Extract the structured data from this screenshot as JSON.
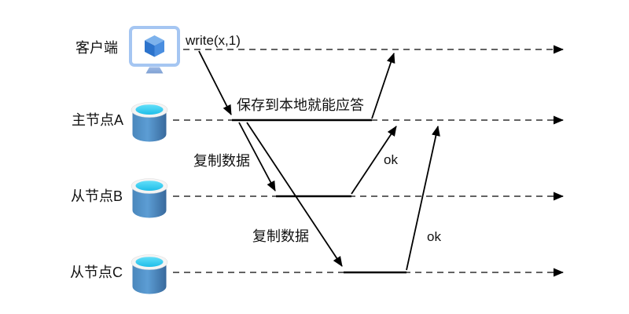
{
  "diagram": {
    "name": "async-replication-sequence-diagram",
    "actors": [
      {
        "id": "client",
        "label": "客户端",
        "icon": "monitor-icon"
      },
      {
        "id": "nodeA",
        "label": "主节点A",
        "icon": "database-icon"
      },
      {
        "id": "nodeB",
        "label": "从节点B",
        "icon": "database-icon"
      },
      {
        "id": "nodeC",
        "label": "从节点C",
        "icon": "database-icon"
      }
    ],
    "messages": [
      {
        "from": "client",
        "to": "nodeA",
        "label": "write(x,1)"
      },
      {
        "from": "nodeA",
        "to": "client",
        "label": "保存到本地就能应答"
      },
      {
        "from": "nodeA",
        "to": "nodeB",
        "label": "复制数据"
      },
      {
        "from": "nodeB",
        "to": "nodeA",
        "label": "ok"
      },
      {
        "from": "nodeA",
        "to": "nodeC",
        "label": "复制数据"
      },
      {
        "from": "nodeC",
        "to": "nodeA",
        "label": "ok"
      }
    ],
    "colors": {
      "background": "#ffffff",
      "message_line": "#000000",
      "lifeline_dash": "#4d4d4d",
      "text": "#111111",
      "monitor_frame": "#a5c6f2",
      "monitor_screen": "#ffffff",
      "monitor_stand": "#8fafdc",
      "cube_top": "#7db2ec",
      "cube_left": "#2c73cc",
      "cube_right": "#4a8ee0",
      "db_body_left": "#4a87bc",
      "db_body_mid": "#5c9dd4",
      "db_body_right": "#38699c",
      "db_rim": "#f4f4f4",
      "db_top_light": "#63dff9",
      "db_top_dark": "#1fbee9"
    }
  }
}
